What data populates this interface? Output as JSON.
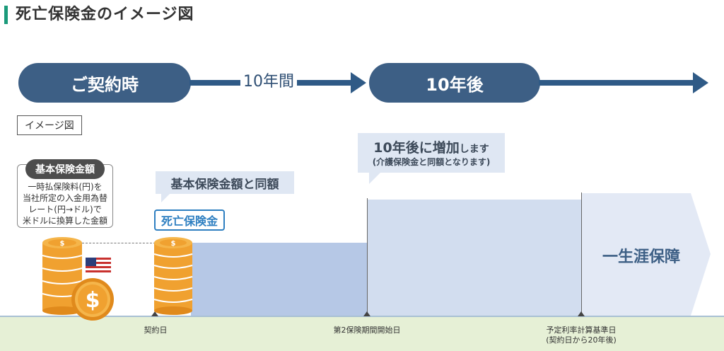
{
  "header": {
    "title": "死亡保険金のイメージ図"
  },
  "timeline": {
    "start_label": "ご契約時",
    "middle_label": "10年間",
    "end_label": "10年後",
    "color": "#3d5f85"
  },
  "image_label": "イメージ図",
  "amount_box": {
    "badge": "基本保険金額",
    "lines": [
      "一時払保険料(円)を",
      "当社所定の入金用為替",
      "レート(円→ドル)で",
      "米ドルに換算した金額"
    ]
  },
  "callouts": {
    "same_amount": "基本保険金額と同額",
    "increase_main": "10年後に増加",
    "increase_suffix": "します",
    "increase_sub": "(介護保険金と同額となります)"
  },
  "death_benefit_label": "死亡保険金",
  "lifetime_label": "一生涯保障",
  "axis": {
    "contract_date": "契約日",
    "second_period_start": "第2保険期間開始日",
    "calc_base_date": "予定利率計算基準日",
    "calc_base_date_note": "(契約日から20年後)"
  },
  "icons": {
    "coin": "dollar-coin-icon",
    "flag": "us-flag-icon"
  },
  "colors": {
    "accent": "#1a9a7a",
    "base_block": "#b6c8e6",
    "increase_block": "#d2ddef",
    "coin": "#f0a130",
    "ground": "#e6f0d6"
  }
}
